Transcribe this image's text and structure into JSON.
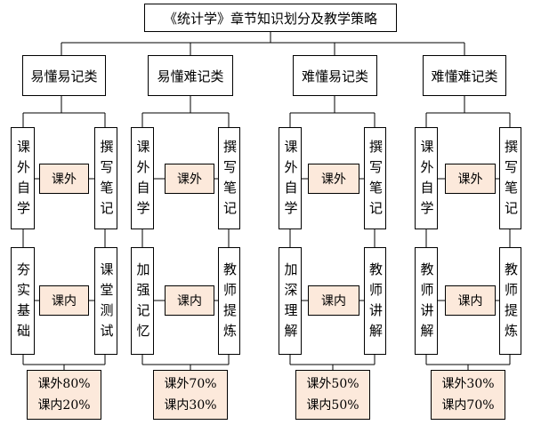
{
  "title": "《统计学》章节知识划分及教学策略",
  "categories": [
    {
      "name": "易懂易记类",
      "outside_left": "课外自学",
      "outside_label": "课外",
      "outside_right": "撰写笔记",
      "inside_left": "夯实基础",
      "inside_label": "课内",
      "inside_right": "课堂测试",
      "ratio_outside": "课外80%",
      "ratio_inside": "课内20%"
    },
    {
      "name": "易懂难记类",
      "outside_left": "课外自学",
      "outside_label": "课外",
      "outside_right": "撰写笔记",
      "inside_left": "加强记忆",
      "inside_label": "课内",
      "inside_right": "教师提炼",
      "ratio_outside": "课外70%",
      "ratio_inside": "课内30%"
    },
    {
      "name": "难懂易记类",
      "outside_left": "课外自学",
      "outside_label": "课外",
      "outside_right": "撰写笔记",
      "inside_left": "加深理解",
      "inside_label": "课内",
      "inside_right": "教师讲解",
      "ratio_outside": "课外50%",
      "ratio_inside": "课内50%"
    },
    {
      "name": "难懂难记类",
      "outside_left": "课外自学",
      "outside_label": "课外",
      "outside_right": "撰写笔记",
      "inside_left": "教师讲解",
      "inside_label": "课内",
      "inside_right": "教师提炼",
      "ratio_outside": "课外30%",
      "ratio_inside": "课内70%"
    }
  ]
}
